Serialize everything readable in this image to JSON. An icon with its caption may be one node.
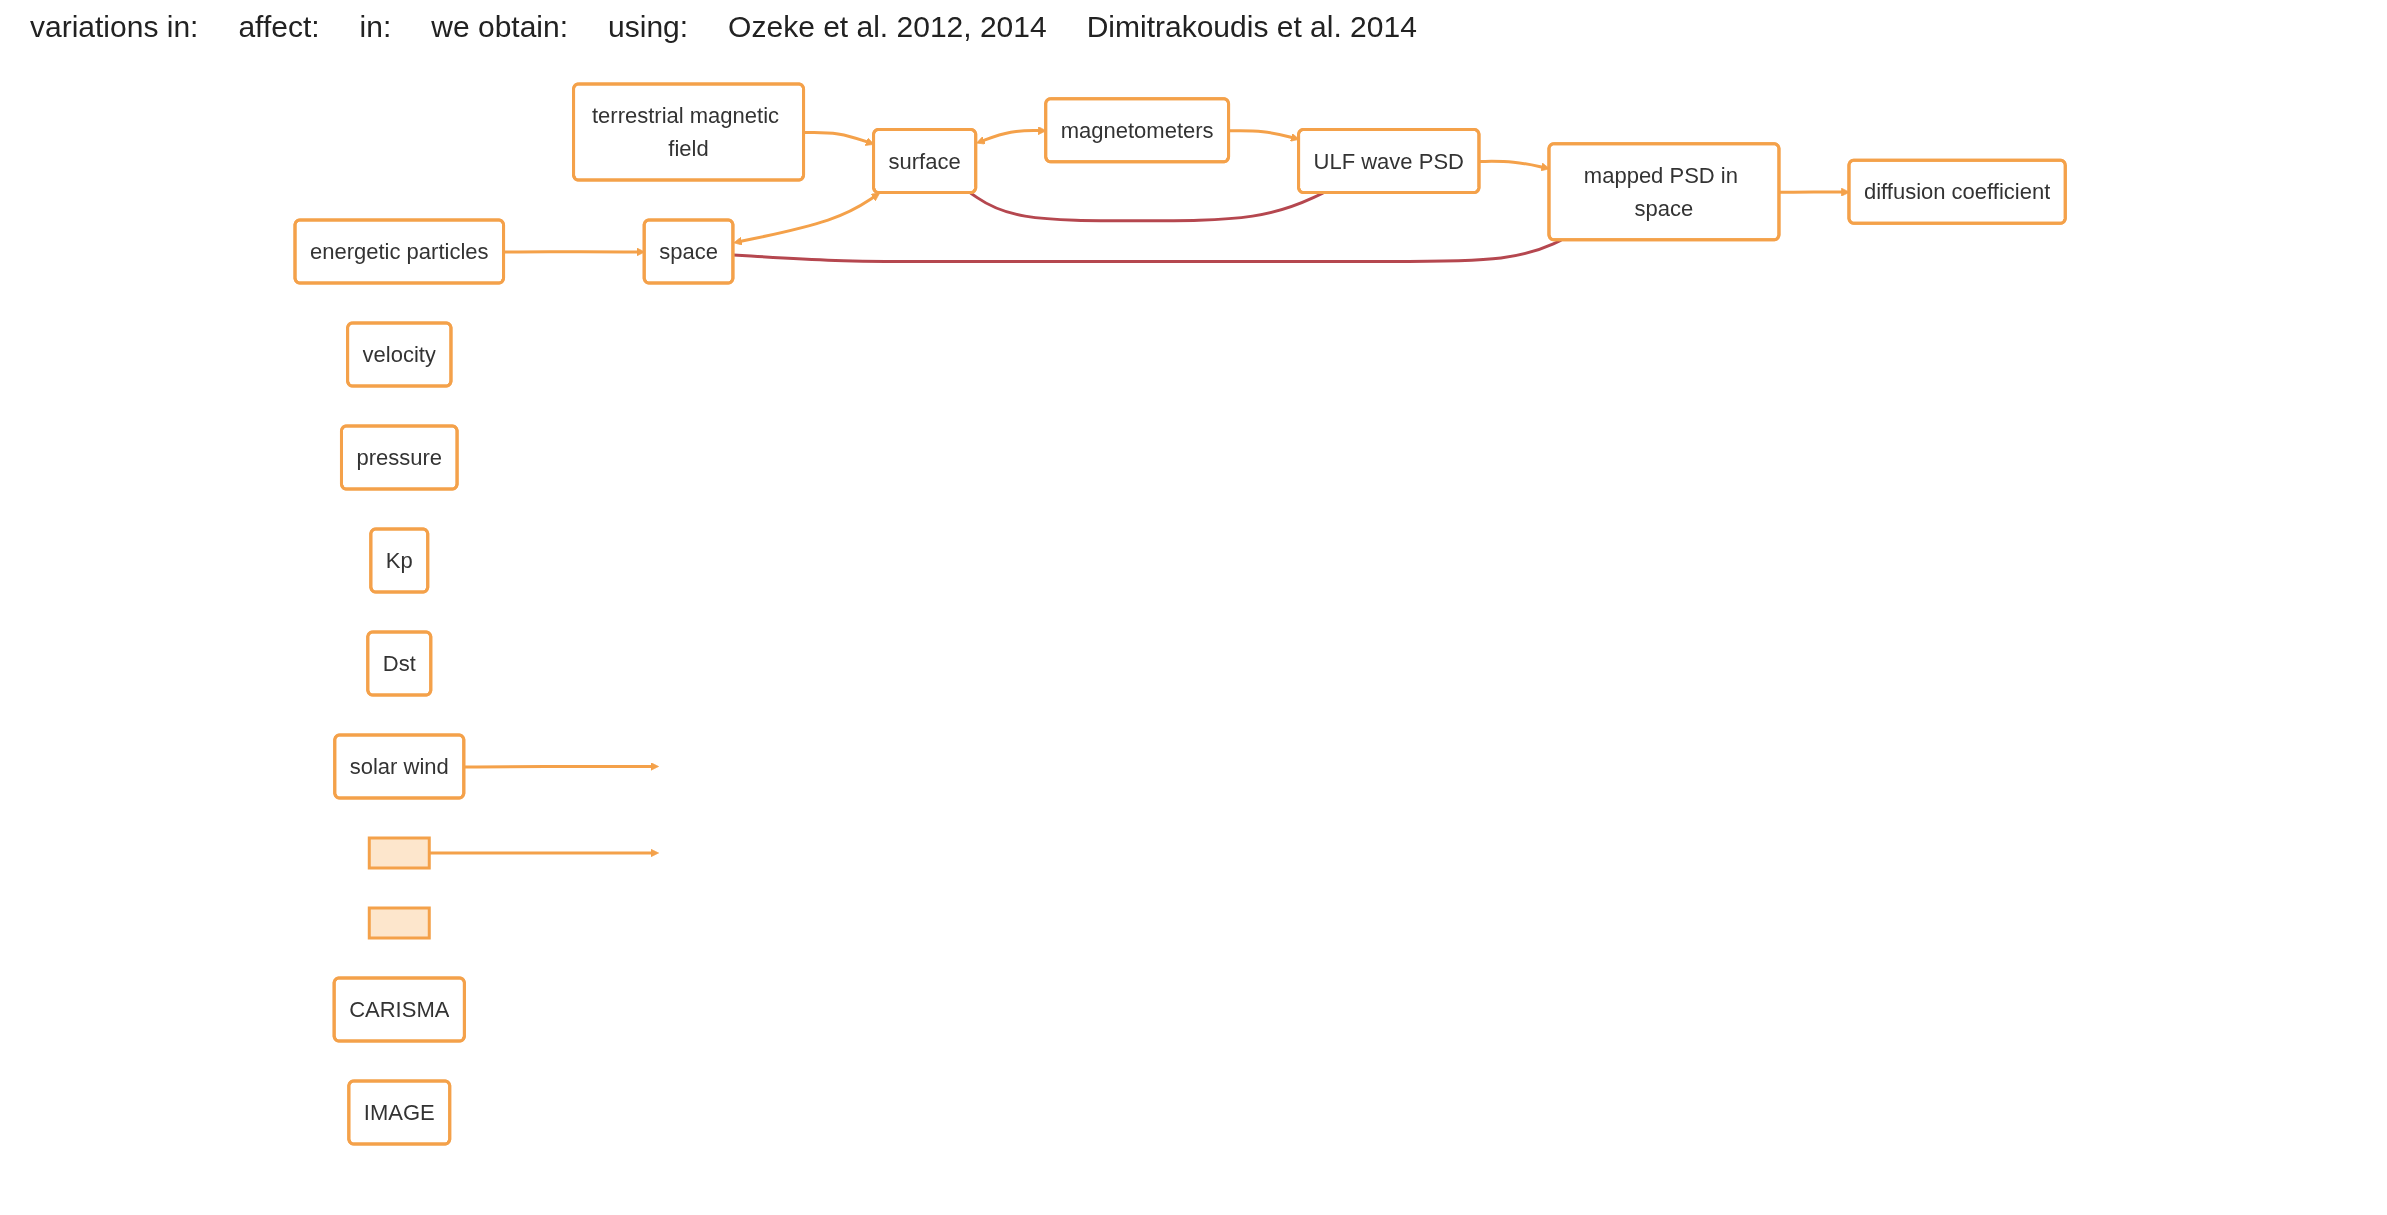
{
  "diagram": {
    "nodes": [
      {
        "text": [
          "solar wind"
        ]
      },
      {
        "text": [
          "velocity"
        ]
      },
      {
        "text": [
          "pressure"
        ]
      },
      {
        "text": [
          "Kp"
        ]
      },
      {
        "text": [
          "Dst"
        ]
      },
      {
        "text": [],
        "shape": "bar"
      },
      {
        "text": [
          "energetic particles"
        ]
      },
      {
        "text": [
          "terrestrial magnetic field"
        ]
      },
      {
        "text": [
          "space"
        ]
      },
      {
        "text": [
          "surface"
        ]
      },
      {
        "text": [
          "diffusion coefficient"
        ]
      },
      {
        "text": [
          "mapped PSD in space"
        ]
      },
      {
        "text": [
          "magnetometers"
        ]
      },
      {
        "text": [
          "ULF wave PSD"
        ]
      },
      {
        "text": [],
        "shape": "bar"
      },
      {
        "text": [
          "CARISMA"
        ]
      },
      {
        "text": [
          "IMAGE"
        ]
      }
    ],
    "edges": [
      {
        "from": 0,
        "to": null,
        "arrow": "to"
      },
      {
        "from": 5,
        "to": null,
        "arrow": "to"
      },
      {
        "from": 6,
        "to": 8,
        "arrow": "to"
      },
      {
        "from": 7,
        "to": 9,
        "arrow": "to"
      },
      {
        "from": 8,
        "to": 9,
        "arrow": "both"
      },
      {
        "from": 9,
        "to": 12,
        "arrow": "both"
      },
      {
        "from": 8,
        "to": 11,
        "arrow": "none",
        "color": "#b5474f"
      },
      {
        "from": 9,
        "to": 13,
        "arrow": "none",
        "color": "#b5474f"
      },
      {
        "from": 11,
        "to": 10,
        "arrow": "to"
      },
      {
        "from": 13,
        "to": 11,
        "arrow": "to"
      },
      {
        "from": 12,
        "to": 13,
        "arrow": "to"
      }
    ],
    "labels": [
      "variations in:",
      "affect:",
      "in:",
      "we obtain:",
      "using:",
      "Ozeke et al. 2012, 2014",
      "Dimitrakoudis et al. 2014"
    ]
  }
}
